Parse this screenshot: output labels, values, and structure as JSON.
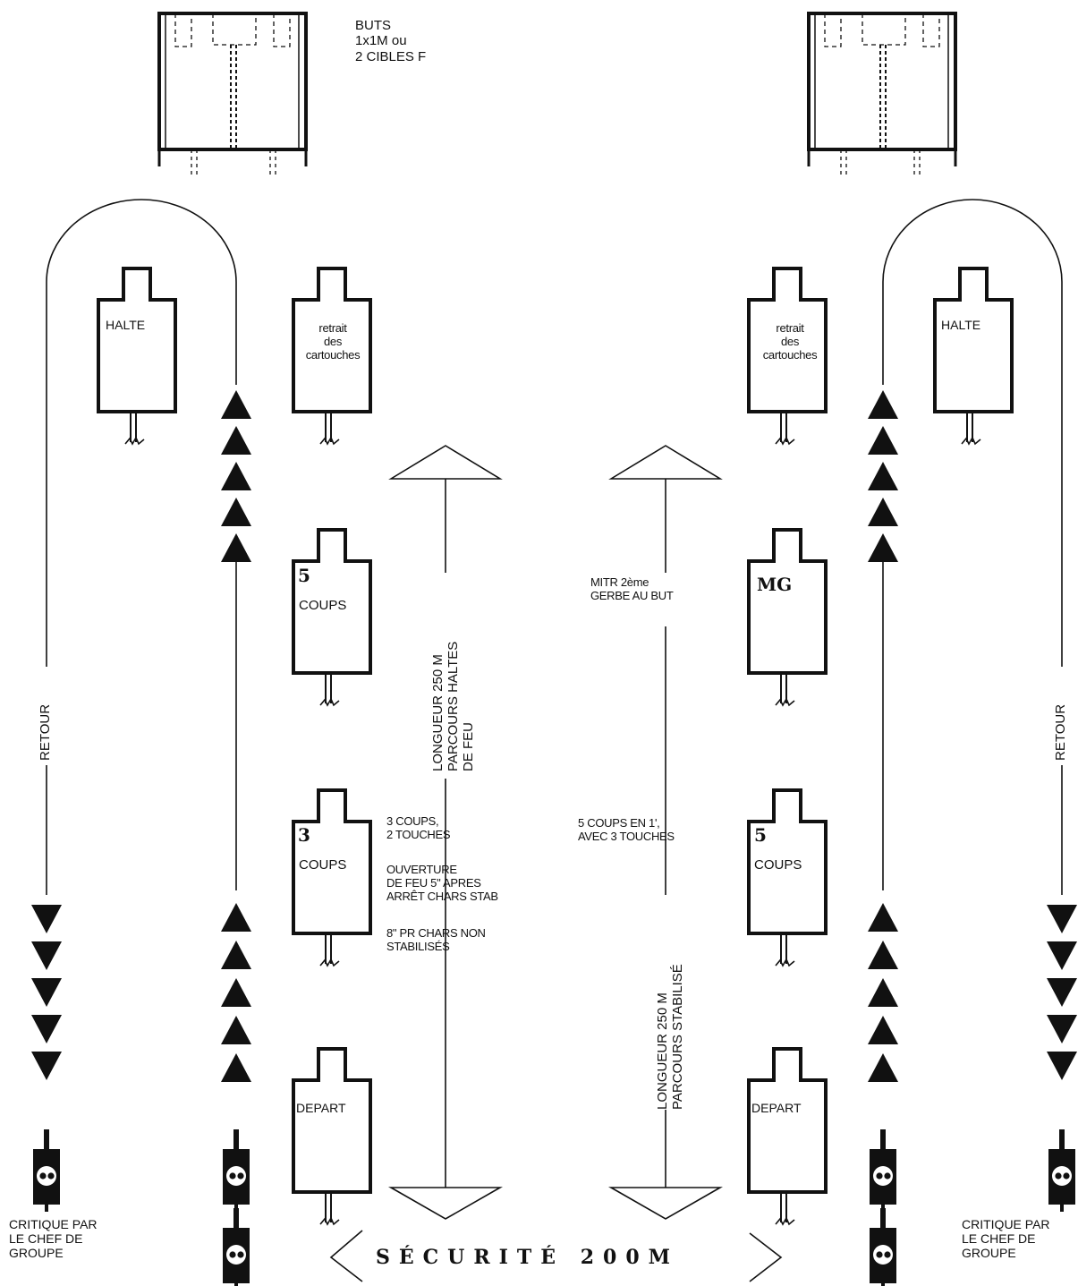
{
  "targets": {
    "label": "BUTS\n1x1M ou\n2 CIBLES F"
  },
  "left_lane": {
    "retour": "RETOUR",
    "halte": "HALTE",
    "retrait": "retrait\ndes\ncartouches",
    "station_5": {
      "number": "5",
      "text": "COUPS"
    },
    "station_3": {
      "number": "3",
      "text": "COUPS"
    },
    "depart": "DEPART",
    "distance": "LONGUEUR 250 M\nPARCOURS HALTES\nDE FEU",
    "note_3coups": "3 COUPS,\n2 TOUCHES",
    "note_ouverture": "OUVERTURE\nDE FEU 5\" APRES\nARRÊT CHARS STAB",
    "note_8pr": "8\" PR CHARS NON\nSTABILISÉS",
    "critique": "CRITIQUE PAR\nLE CHEF DE\nGROUPE"
  },
  "right_lane": {
    "retour": "RETOUR",
    "halte": "HALTE",
    "retrait": "retrait\ndes\ncartouches",
    "station_mg": "MG",
    "station_5": {
      "number": "5",
      "text": "COUPS"
    },
    "depart": "DEPART",
    "mitr_note": "MITR 2ème\nGERBE AU BUT",
    "note_5coups": "5 COUPS EN 1',\nAVEC 3 TOUCHES",
    "distance": "LONGUEUR 250 M\nPARCOURS STABILISÉ",
    "critique": "CRITIQUE PAR\nLE CHEF DE\nGROUPE"
  },
  "securite": "SÉCURITÉ 200M"
}
